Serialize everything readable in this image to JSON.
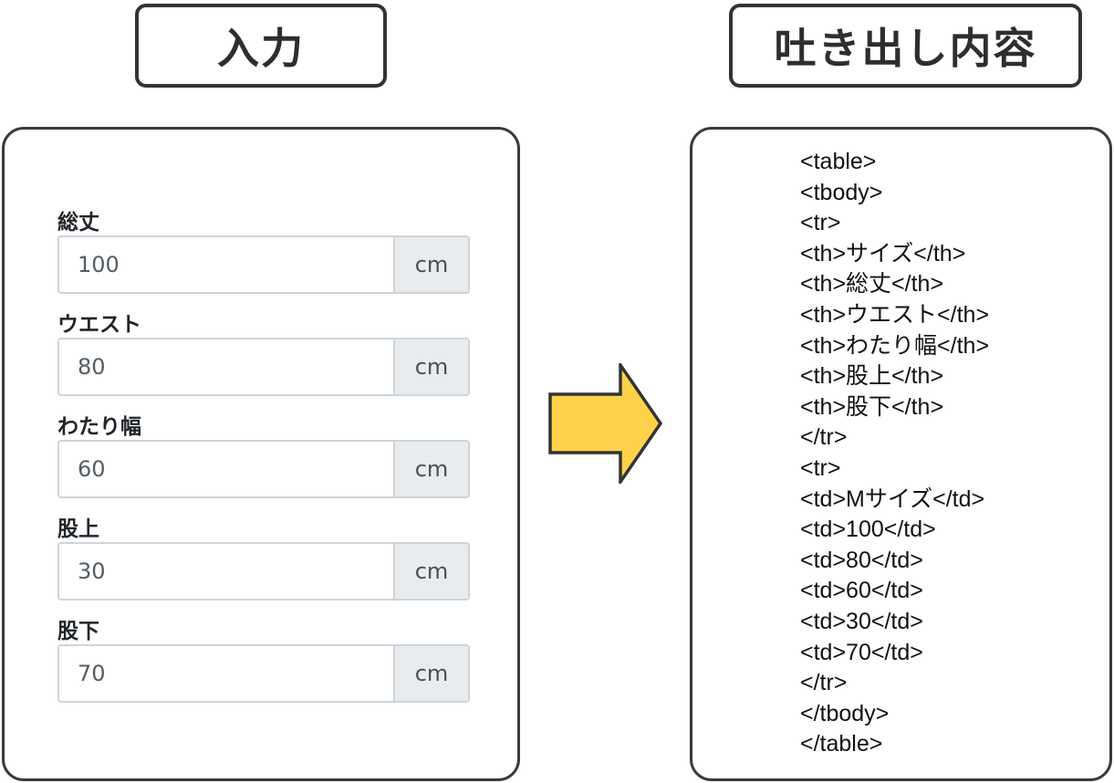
{
  "headings": {
    "input": "入力",
    "output": "吐き出し内容"
  },
  "fields": [
    {
      "label": "総丈",
      "value": "100",
      "unit": "cm"
    },
    {
      "label": "ウエスト",
      "value": "80",
      "unit": "cm"
    },
    {
      "label": "わたり幅",
      "value": "60",
      "unit": "cm"
    },
    {
      "label": "股上",
      "value": "30",
      "unit": "cm"
    },
    {
      "label": "股下",
      "value": "70",
      "unit": "cm"
    }
  ],
  "arrow": {
    "icon": "right-arrow-icon",
    "fill": "#FDD14A",
    "stroke": "#333333"
  },
  "output_lines": [
    "<table>",
    "<tbody>",
    "<tr>",
    "<th>サイズ</th>",
    "<th>総丈</th>",
    "<th>ウエスト</th>",
    "<th>わたり幅</th>",
    "<th>股上</th>",
    "<th>股下</th>",
    "</tr>",
    "<tr>",
    "<td>Mサイズ</td>",
    "<td>100</td>",
    "<td>80</td>",
    "<td>60</td>",
    "<td>30</td>",
    "<td>70</td>",
    "</tr>",
    "</tbody>",
    "</table>"
  ]
}
